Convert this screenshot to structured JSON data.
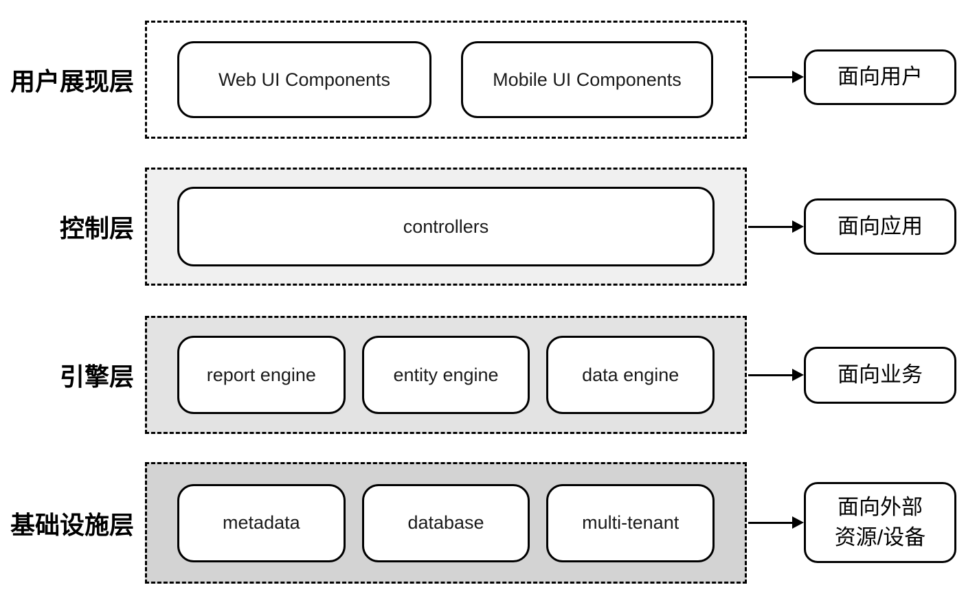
{
  "diagram": {
    "type": "layered-architecture",
    "colors": {
      "border": "#000000",
      "component_bg": "#ffffff",
      "text": "#1a1a1a",
      "layer1_bg": "#ffffff",
      "layer2_bg": "#f0f0f0",
      "layer3_bg": "#e3e3e3",
      "layer4_bg": "#d3d3d3"
    },
    "layers": [
      {
        "label": "用户展现层",
        "bg": "#ffffff",
        "components": [
          "Web UI Components",
          "Mobile UI Components"
        ],
        "target": "面向用户"
      },
      {
        "label": "控制层",
        "bg": "#f0f0f0",
        "components": [
          "controllers"
        ],
        "target": "面向应用"
      },
      {
        "label": "引擎层",
        "bg": "#e3e3e3",
        "components": [
          "report engine",
          "entity engine",
          "data engine"
        ],
        "target": "面向业务"
      },
      {
        "label": "基础设施层",
        "bg": "#d3d3d3",
        "components": [
          "metadata",
          "database",
          "multi-tenant"
        ],
        "target": "面向外部\n资源/设备"
      }
    ]
  }
}
